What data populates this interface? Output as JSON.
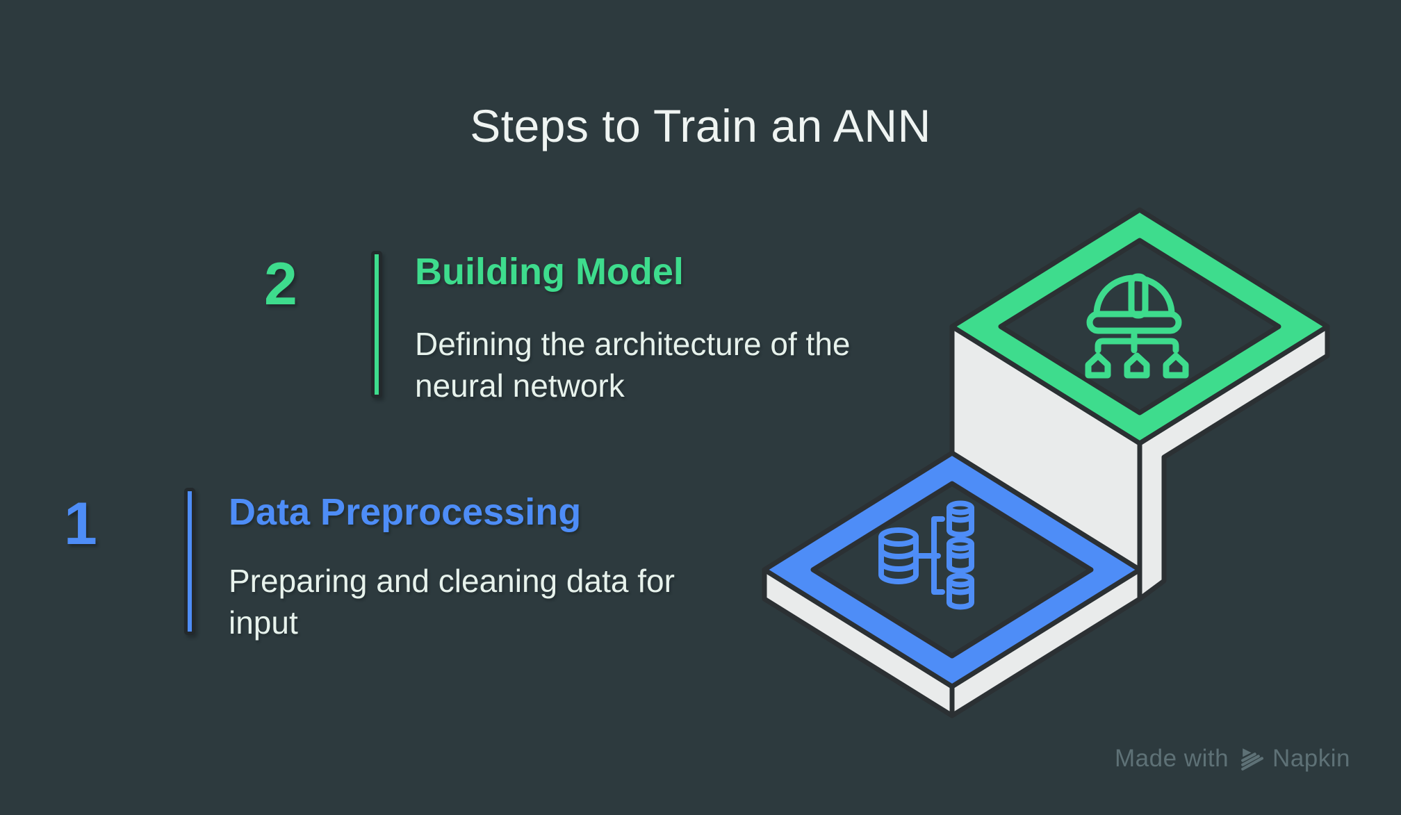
{
  "title": "Steps to Train an ANN",
  "steps": [
    {
      "number": "1",
      "label": "Data Preprocessing",
      "description": "Preparing and cleaning data for input",
      "accent": "blue",
      "icon": "database-branch-icon"
    },
    {
      "number": "2",
      "label": "Building Model",
      "description": "Defining the architecture of the neural network",
      "accent": "green",
      "icon": "hard-hat-hierarchy-icon"
    }
  ],
  "illustration": {
    "type": "isometric-staircase",
    "platforms": [
      {
        "step": 2,
        "color": "green",
        "icon": "hard-hat-hierarchy-icon"
      },
      {
        "step": 1,
        "color": "blue",
        "icon": "database-branch-icon"
      }
    ]
  },
  "footer": {
    "made_with": "Made with",
    "brand": "Napkin",
    "logo_icon": "napkin-logo-icon"
  },
  "colors": {
    "background": "#2d3a3e",
    "green": "#3edc8d",
    "blue": "#4e8df7",
    "text": "#eff4f2",
    "desc": "#e7f2ec",
    "muted": "#5e7176",
    "slab": "#e9ebeb",
    "outline": "#2b3033",
    "bar-border": "#23292c"
  }
}
